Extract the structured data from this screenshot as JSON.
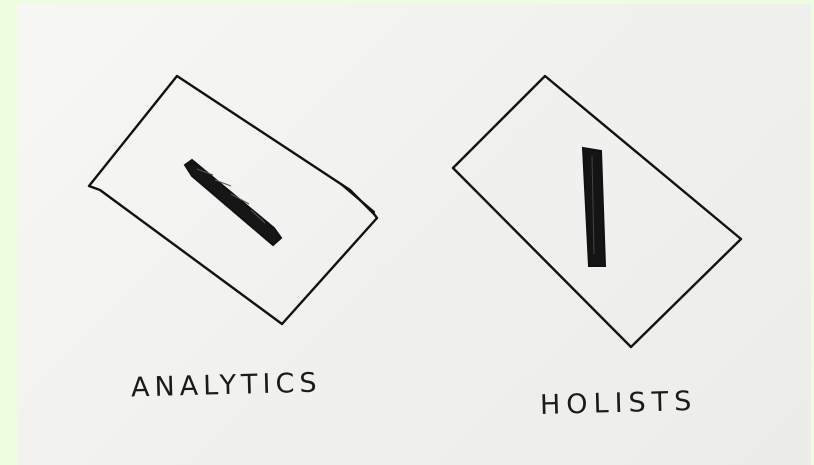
{
  "captions": {
    "left": "ANALYTICS",
    "right": "HOLISTS"
  },
  "colors": {
    "frame_background": "#eefde0",
    "paper": "#f3f3f1",
    "ink": "#111111"
  },
  "drawings": [
    {
      "name": "left-card",
      "bar_orientation": "horizontal"
    },
    {
      "name": "right-card",
      "bar_orientation": "vertical"
    }
  ]
}
